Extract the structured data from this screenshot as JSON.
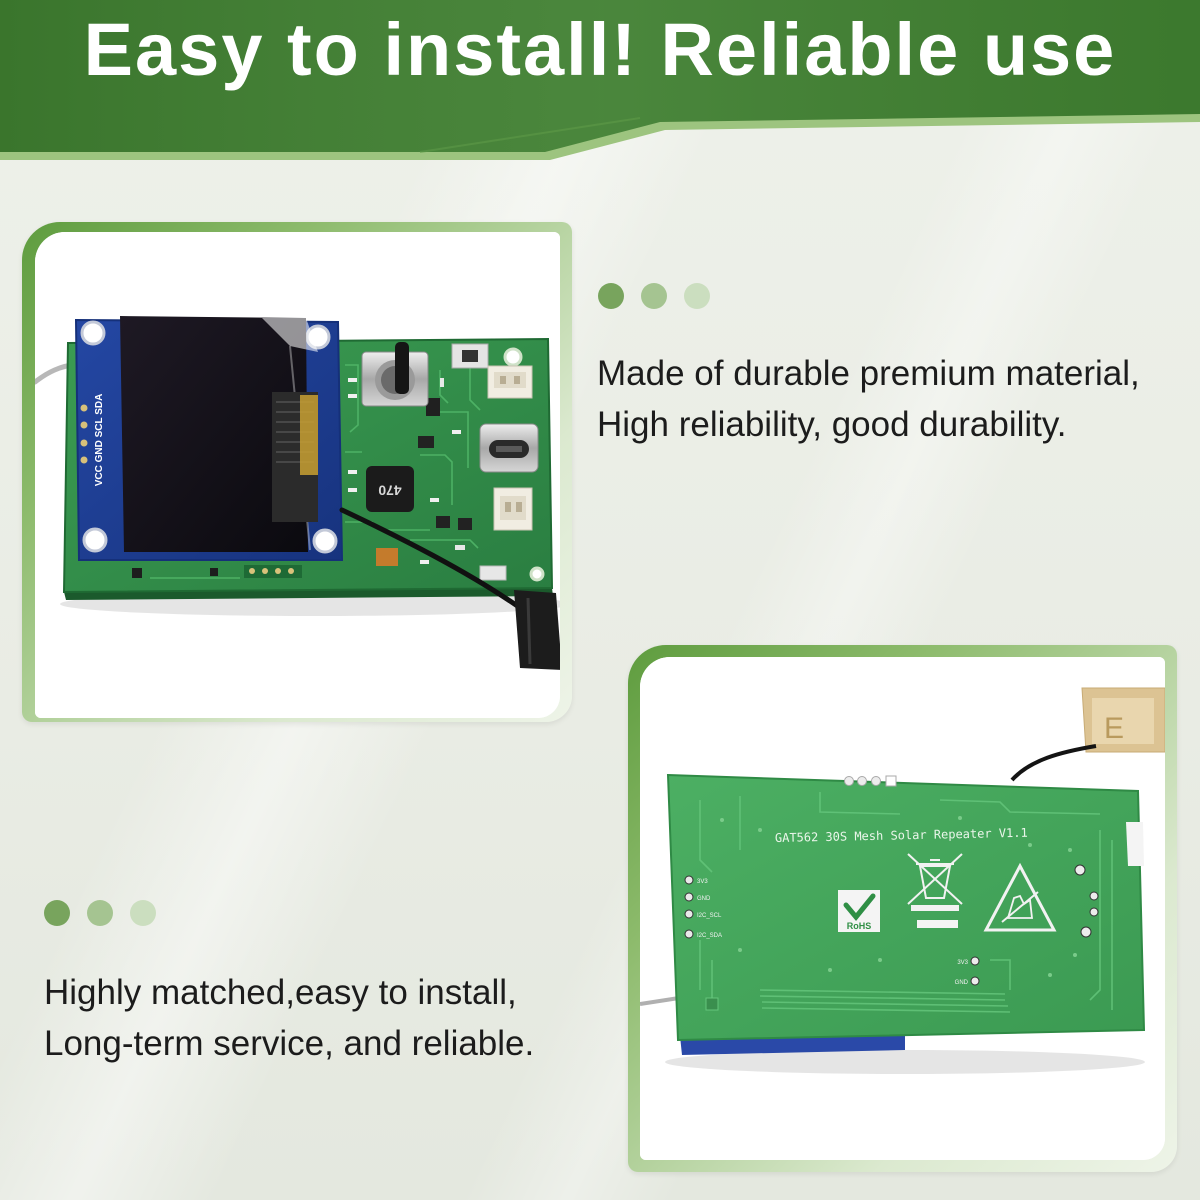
{
  "banner": {
    "title": "Easy to install! Reliable use"
  },
  "colors": {
    "banner": "#3f7f30",
    "banner_stripe": "#9dc47f",
    "text": "#1c1c1c",
    "frame_dark": "#5e9c3e",
    "frame_light": "#dbe9cf"
  },
  "feature_top": {
    "dots": [
      "#78a45d",
      "#a5c491",
      "#cbdebf"
    ],
    "lines": [
      "Made of durable premium material,",
      "High reliability, good durability."
    ]
  },
  "feature_bottom": {
    "dots": [
      "#78a45d",
      "#a5c491",
      "#cbdebf"
    ],
    "lines": [
      "Highly matched,easy to install,",
      "Long-term service, and reliable."
    ]
  },
  "photo_front": {
    "oled_pin_labels": "VCC GND SCL SDA",
    "inductor_marking": "470"
  },
  "photo_back": {
    "board_title": "GAT562 30S Mesh Solar Repeater V1.1",
    "rohs_label": "RoHS",
    "antenna_marking": "E",
    "left_pad_labels": [
      "3V3",
      "GND",
      "I2C_SCL",
      "I2C_SDA"
    ],
    "lower_pad_labels": [
      "3V3",
      "GND"
    ]
  }
}
